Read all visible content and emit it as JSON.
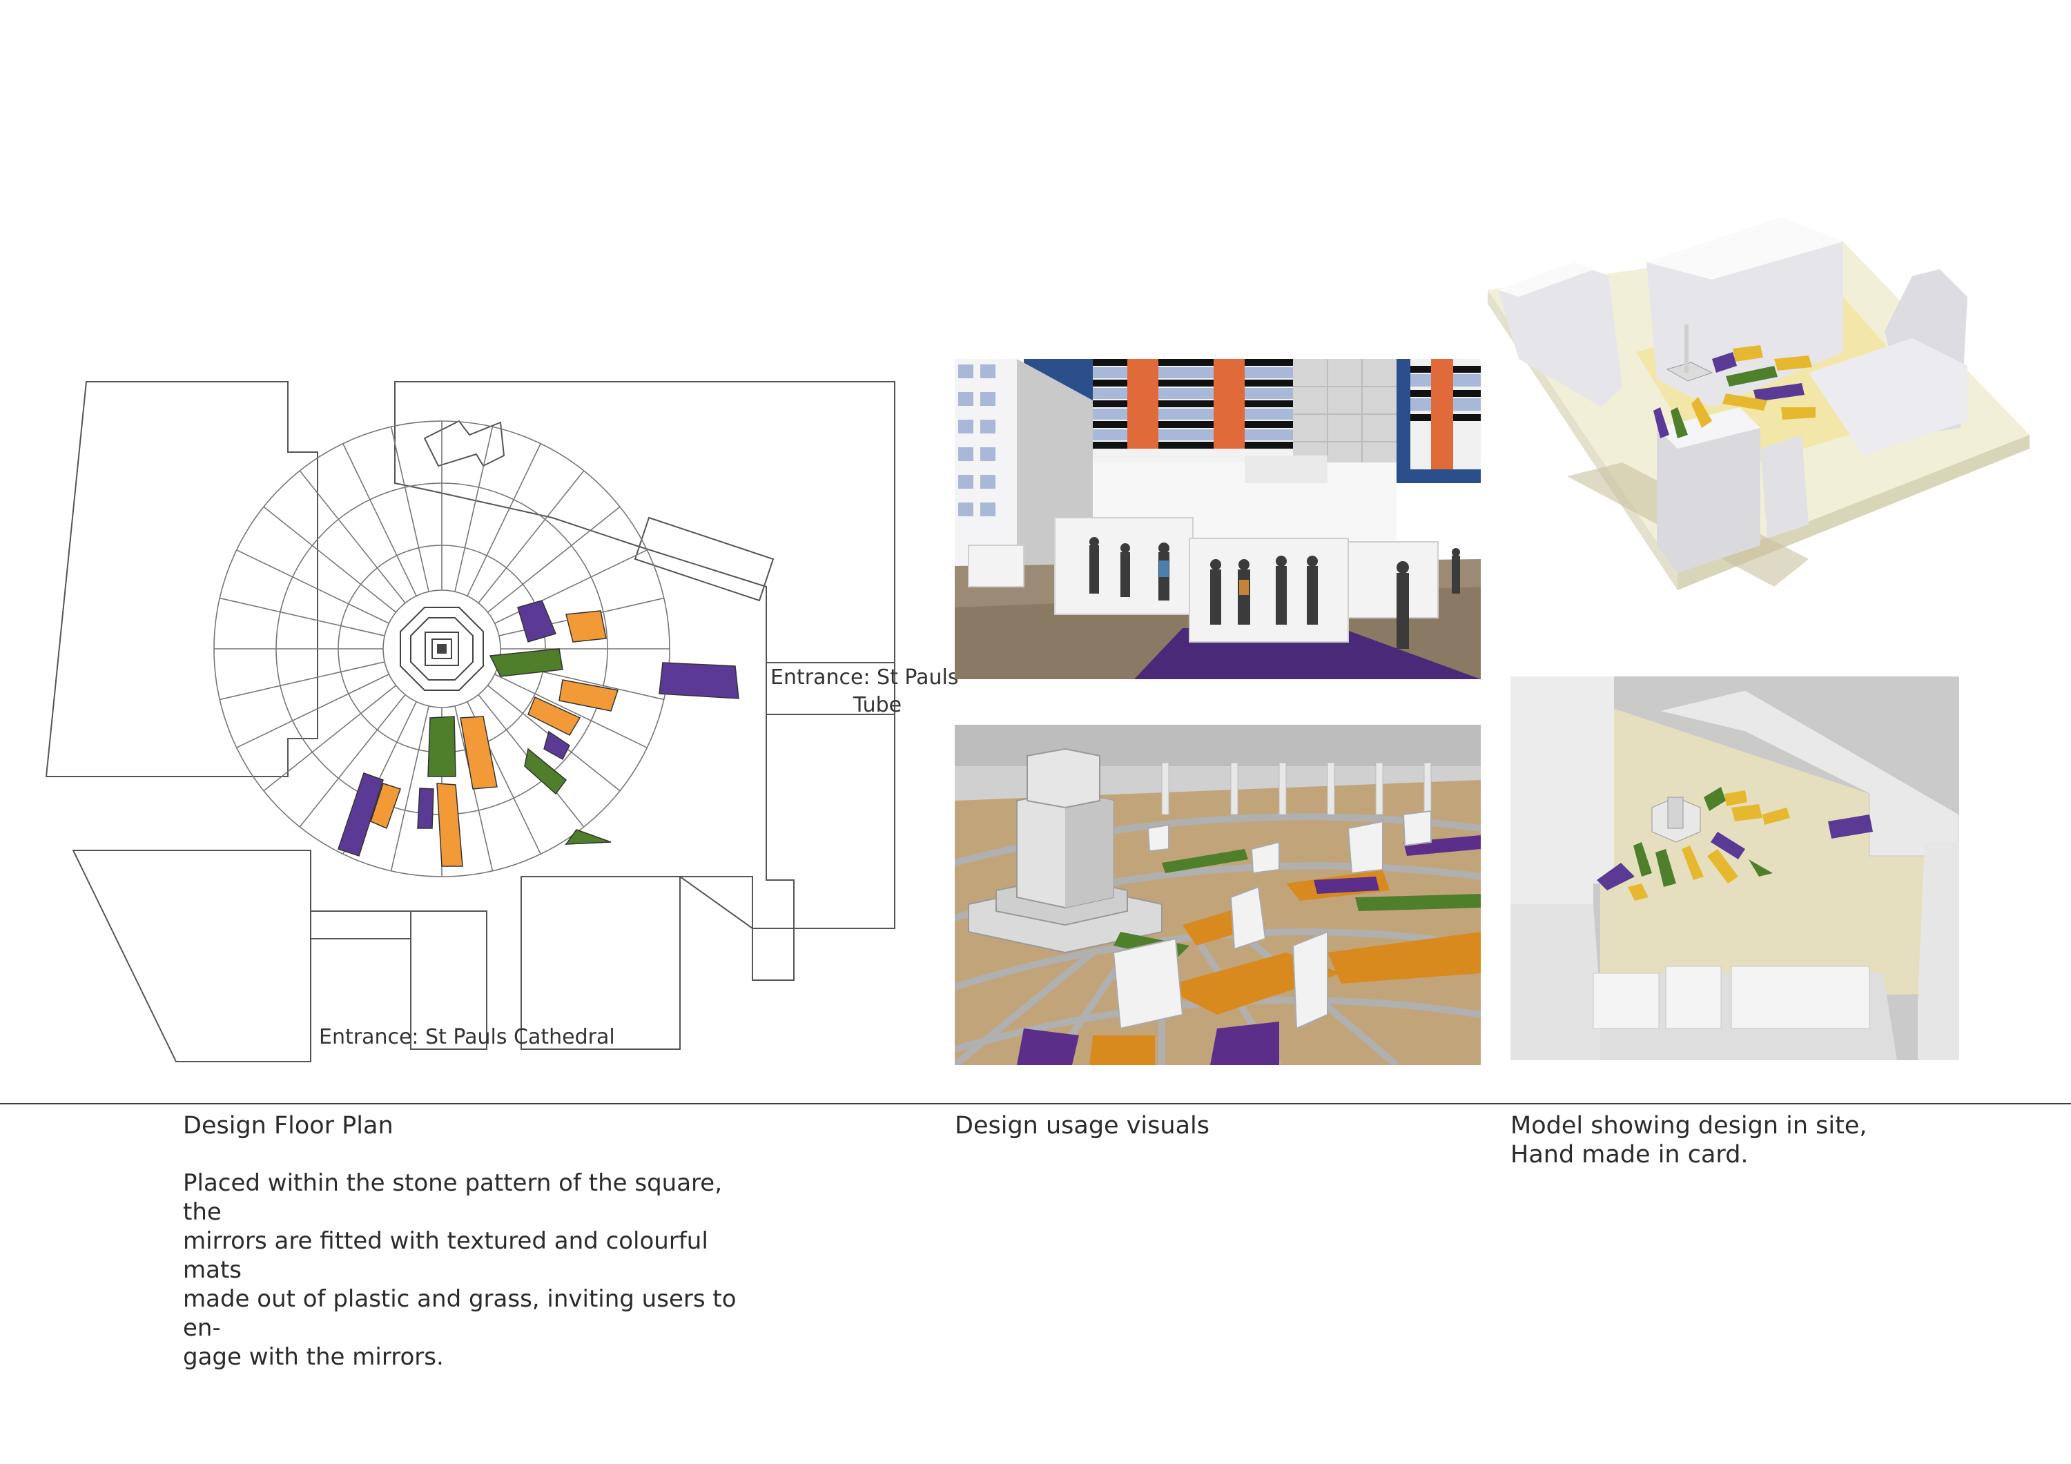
{
  "floor_plan": {
    "label_tube_line1": "Entrance: St Pauls",
    "label_tube_line2": "Tube",
    "label_cathedral": "Entrance: St Pauls Cathedral",
    "caption": "Design Floor Plan",
    "description_lines": [
      "Placed within the stone pattern of the square, the",
      "mirrors are fitted with textured and colourful mats",
      "made out of plastic and grass, inviting users to en-",
      "gage with the mirrors."
    ]
  },
  "visuals": {
    "caption": "Design usage visuals"
  },
  "model": {
    "caption_line1": "Model showing design in site,",
    "caption_line2": "Hand made in card."
  },
  "colors": {
    "purple": "#5b3a96",
    "green": "#4f7f2a",
    "orange": "#f29a38",
    "tan": "#b89c74",
    "concrete": "#dcdcdc",
    "yellow_mat": "#e6b830"
  }
}
